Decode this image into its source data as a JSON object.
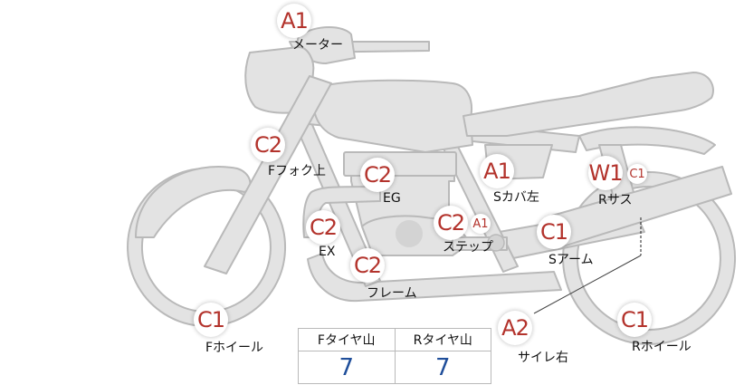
{
  "colors": {
    "grade_text": "#b3332c",
    "tread_value": "#1f4e9a",
    "silhouette_fill": "#e3e3e3",
    "silhouette_stroke": "#b9b9b9"
  },
  "parts": [
    {
      "id": "meter",
      "grade": "A1",
      "label": "メーター"
    },
    {
      "id": "f-fork-upper",
      "grade": "C2",
      "label": "Fフォク上"
    },
    {
      "id": "engine",
      "grade": "C2",
      "label": "EG"
    },
    {
      "id": "s-cover-left",
      "grade": "A1",
      "label": "Sカバ左"
    },
    {
      "id": "r-suspension",
      "grade": "W1",
      "grade_secondary": "C1",
      "label": "Rサス"
    },
    {
      "id": "exhaust",
      "grade": "C2",
      "label": "EX"
    },
    {
      "id": "step",
      "grade": "C2",
      "grade_secondary": "A1",
      "label": "ステップ"
    },
    {
      "id": "swing-arm",
      "grade": "C1",
      "label": "Sアーム"
    },
    {
      "id": "frame",
      "grade": "C2",
      "label": "フレーム"
    },
    {
      "id": "f-wheel",
      "grade": "C1",
      "label": "Fホイール"
    },
    {
      "id": "silencer-right",
      "grade": "A2",
      "label": "サイレ右"
    },
    {
      "id": "r-wheel",
      "grade": "C1",
      "label": "Rホイール"
    }
  ],
  "tread": {
    "front_label": "Fタイヤ山",
    "front_value": "7",
    "rear_label": "Rタイヤ山",
    "rear_value": "7"
  }
}
